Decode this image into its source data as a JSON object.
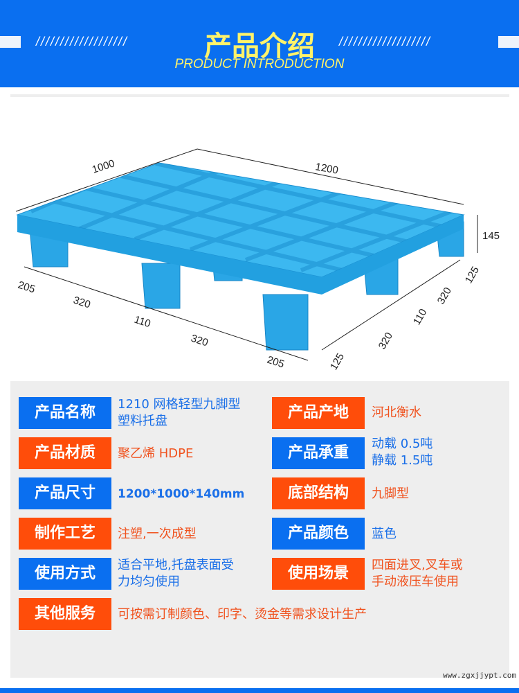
{
  "header": {
    "title": "产品介绍",
    "subtitle": "PRODUCT INTRODUCTION",
    "slashes": "///////////////////"
  },
  "diagram": {
    "dims": {
      "length": "1000",
      "width": "1200",
      "height": "145",
      "f1": "205",
      "f2": "320",
      "f3": "110",
      "f4": "320",
      "f5": "205",
      "s1": "125",
      "s2": "320",
      "s3": "110",
      "s4": "320",
      "s5": "125"
    }
  },
  "specs": [
    {
      "label": "产品名称",
      "value": [
        "1210 网格轻型九脚型",
        "塑料托盘"
      ]
    },
    {
      "label": "产品产地",
      "value": [
        "河北衡水"
      ]
    },
    {
      "label": "产品材质",
      "value": [
        "聚乙烯 HDPE"
      ]
    },
    {
      "label": "产品承重",
      "value": [
        "动载 0.5吨",
        "静载 1.5吨"
      ]
    },
    {
      "label": "产品尺寸",
      "value": [
        "1200*1000*140mm"
      ]
    },
    {
      "label": "底部结构",
      "value": [
        "九脚型"
      ]
    },
    {
      "label": "制作工艺",
      "value": [
        "注塑,一次成型"
      ]
    },
    {
      "label": "产品颜色",
      "value": [
        "蓝色"
      ]
    },
    {
      "label": "使用方式",
      "value": [
        "适合平地,托盘表面受",
        "力均匀使用"
      ]
    },
    {
      "label": "使用场景",
      "value": [
        "四面进叉,叉车或",
        "手动液压车使用"
      ]
    },
    {
      "label": "其他服务",
      "value": [
        "可按需订制颜色、印字、烫金等需求设计生产"
      ]
    }
  ],
  "colors": {
    "blue": "#0a6ff0",
    "orange": "#ff4d0a",
    "yellow": "#fff36a"
  },
  "footer": {
    "watermark": "www.zgxjjypt.com"
  }
}
